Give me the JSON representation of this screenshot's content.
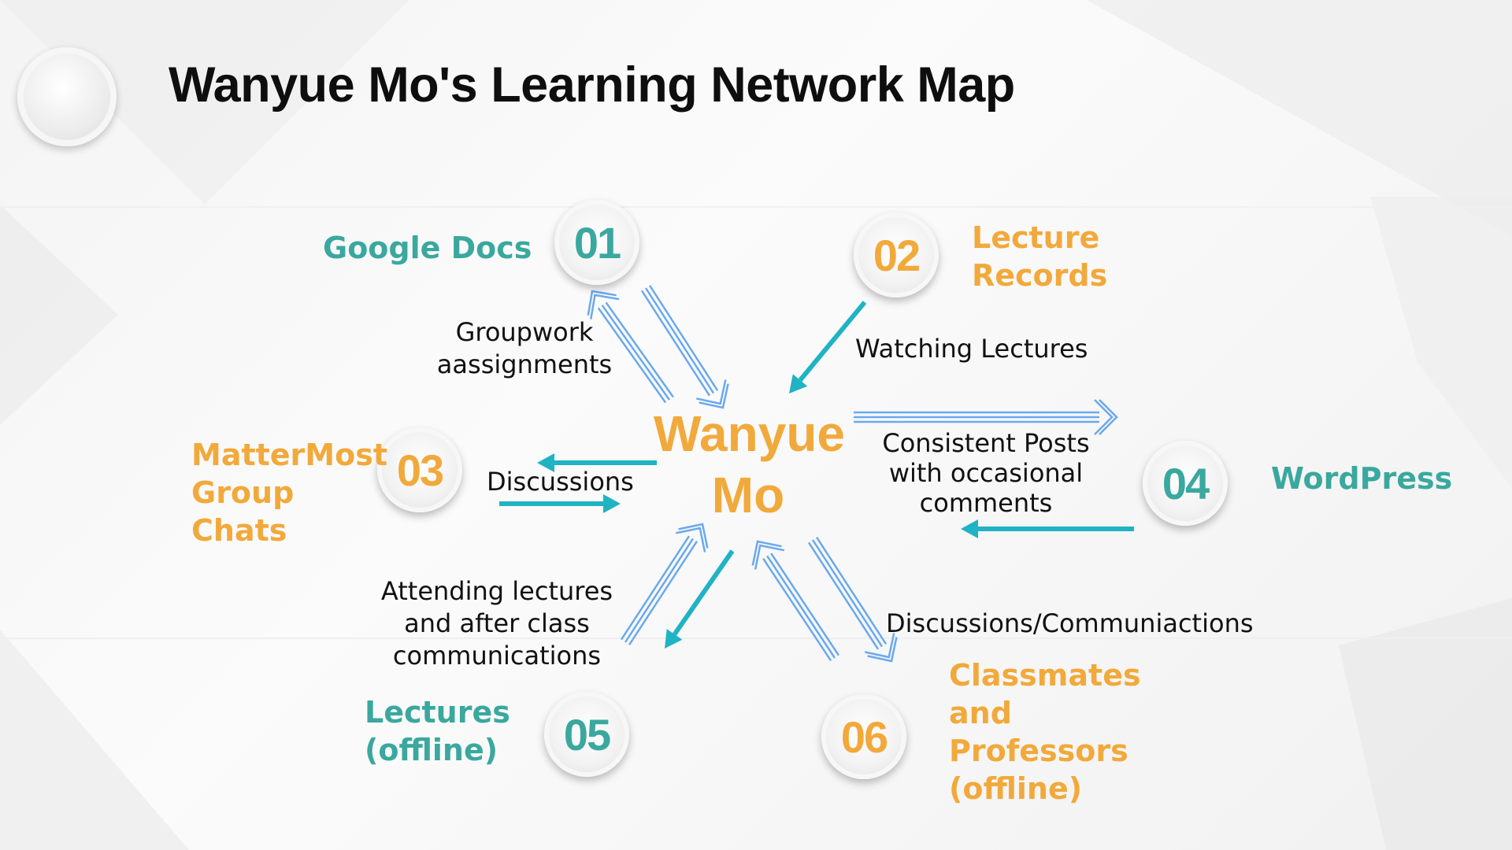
{
  "title": "Wanyue Mo's Learning Network Map",
  "center": "Wanyue Mo",
  "colors": {
    "teal": "#3aa89e",
    "orange": "#f2a93b",
    "arrow_teal": "#1fb3c4",
    "arrow_blue": "#6aa9ef"
  },
  "nodes": [
    {
      "number": "01",
      "label": "Google Docs",
      "relation": "Groupwork aassignments",
      "color": "teal"
    },
    {
      "number": "02",
      "label": "Lecture Records",
      "relation": "Watching Lectures",
      "color": "orange"
    },
    {
      "number": "03",
      "label": "MatterMost Group Chats",
      "relation": "Discussions",
      "color": "orange"
    },
    {
      "number": "04",
      "label": "WordPress",
      "relation": "Consistent Posts with occasional comments",
      "color": "teal"
    },
    {
      "number": "05",
      "label": "Lectures (offline)",
      "relation": "Attending lectures and after class communications",
      "color": "teal"
    },
    {
      "number": "06",
      "label": "Classmates and Professors (offline)",
      "relation": "Discussions/Communiactions",
      "color": "orange"
    }
  ]
}
